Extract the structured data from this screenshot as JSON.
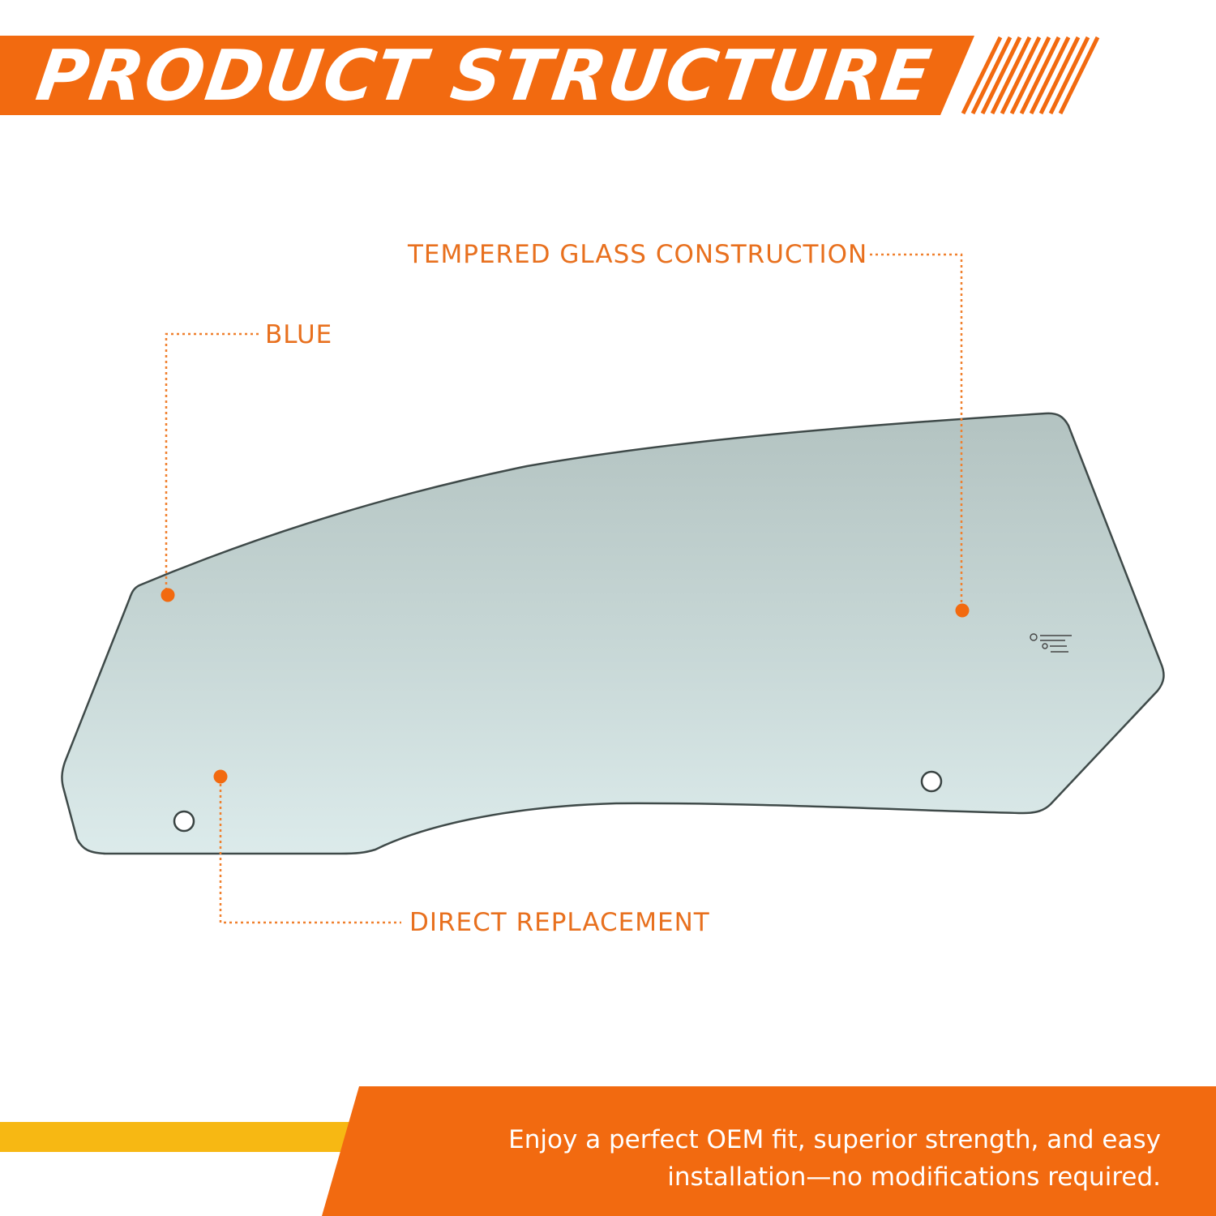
{
  "header": {
    "title": "PRODUCT STRUCTURE"
  },
  "callouts": {
    "tempered": "TEMPERED GLASS CONSTRUCTION",
    "blue": "BLUE",
    "direct": "DIRECT REPLACEMENT"
  },
  "footer": {
    "line1": "Enjoy a perfect OEM fit, superior strength, and easy",
    "line2": "installation—no modifications required."
  },
  "colors": {
    "accent_orange": "#f26a10",
    "accent_yellow": "#f7b813",
    "callout_text": "#e8701e",
    "glass_top": "#b7c6c4",
    "glass_bottom": "#dbeaea"
  }
}
